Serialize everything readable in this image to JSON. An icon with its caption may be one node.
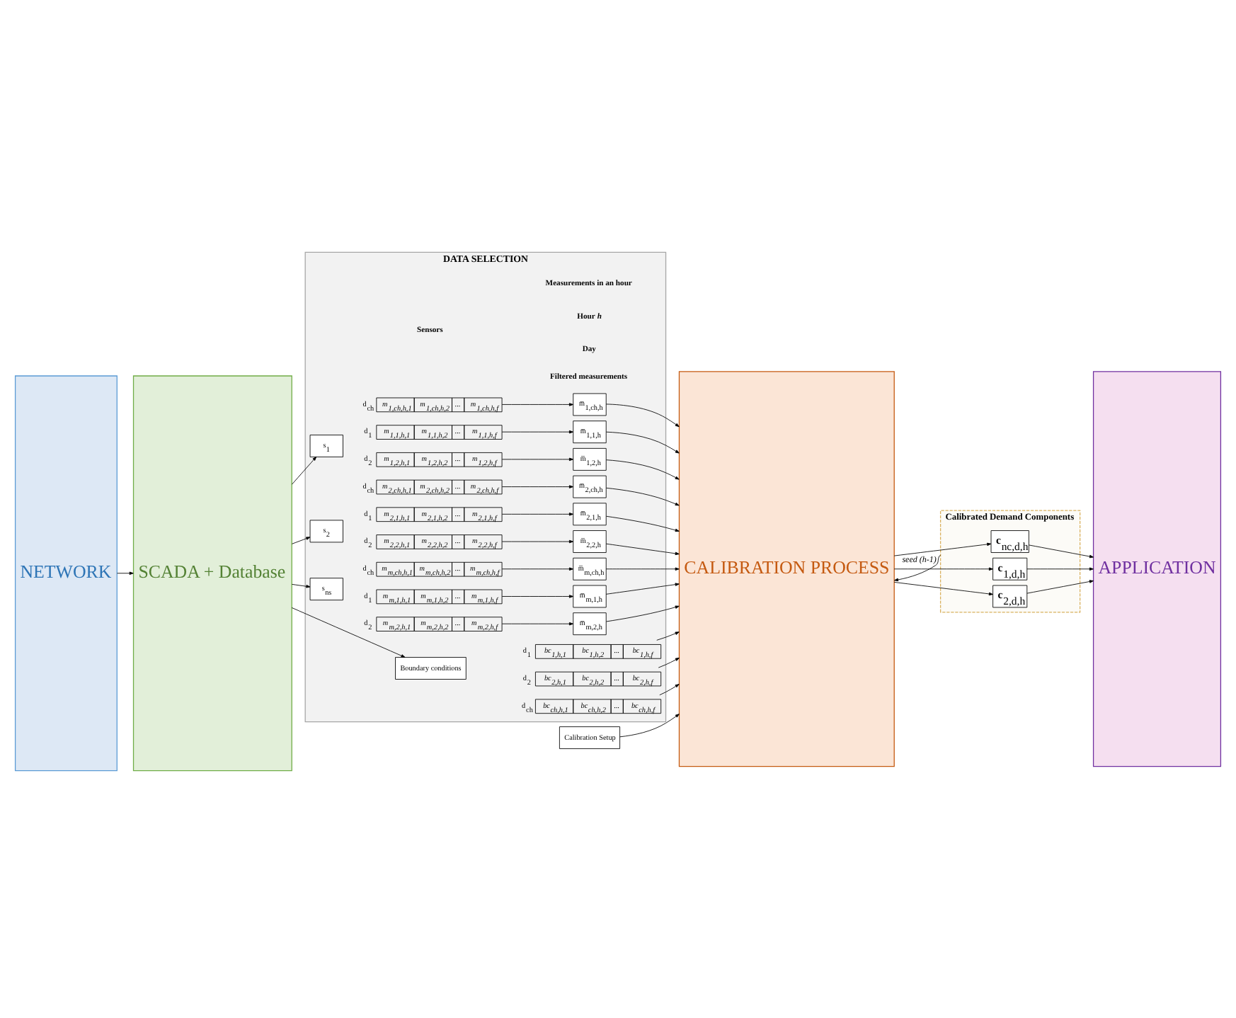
{
  "diagram": {
    "nodes": [
      {
        "text": [
          "NETWORK"
        ]
      },
      {
        "text": [
          "SCADA + Database"
        ]
      },
      {
        "text": [
          "DATA SELECTION"
        ]
      },
      {
        "text": [
          "Boundary conditions"
        ],
        "in": 2
      },
      {
        "text": [
          "s$_{1}$"
        ],
        "in": 2
      },
      {
        "text": [
          "s$_{2}$"
        ],
        "in": 2
      },
      {
        "text": [
          "s$_{ns}$"
        ],
        "in": 2
      },
      {
        "text": [
          "bc$_{1,h,1}$",
          "bc$_{1,h,2}$",
          "...",
          "bc$_{1,h,f}$"
        ],
        "in": 2,
        "beside": [
          "d$_{1}$"
        ]
      },
      {
        "text": [
          "bc$_{2,h,1}$",
          "bc$_{2,h,2}$",
          "...",
          "bc$_{2,h,f}$"
        ],
        "in": 2,
        "beside": [
          "d$_{2}$"
        ]
      },
      {
        "text": [
          "bc$_{ch,h,1}$",
          "bc$_{ch,h,2}$",
          "...",
          "bc$_{ch,h,f}$"
        ],
        "in": 2,
        "beside": [
          "d$_{ch}$"
        ]
      },
      {
        "text": [
          "m$_{1,1,h,1}$",
          "m$_{1,1,h,2}$",
          "...",
          "m$_{1,1,h,f}$"
        ],
        "in": 2,
        "beside": [
          "d$_{1}$"
        ]
      },
      {
        "text": [
          "m̅$_{1,1,h}$"
        ],
        "in": 2
      },
      {
        "text": [
          "m$_{1,2,h,1}$",
          "m$_{1,2,h,2}$",
          "...",
          "m$_{1,2,h,f}$"
        ],
        "in": 2,
        "beside": [
          "d$_{2}$"
        ]
      },
      {
        "text": [
          "m̅$_{1,2,h}$"
        ],
        "in": 2
      },
      {
        "text": [
          "m$_{1,ch,h,1}$",
          "m$_{1,ch,h,2}$",
          "...",
          "m$_{1,ch,h,f}$"
        ],
        "in": 2,
        "beside": [
          "d$_{ch}$"
        ]
      },
      {
        "text": [
          "m̅$_{1,ch,h}$"
        ],
        "in": 2
      },
      {
        "text": [
          "m$_{2,1,h,1}$",
          "m$_{2,1,h,2}$",
          "...",
          "m$_{2,1,h,f}$"
        ],
        "in": 2,
        "beside": [
          "d$_{1}$"
        ]
      },
      {
        "text": [
          "m̅$_{2,1,h}$"
        ],
        "in": 2
      },
      {
        "text": [
          "m$_{2,2,h,1}$",
          "m$_{2,2,h,2}$",
          "...",
          "m$_{2,2,h,f}$"
        ],
        "in": 2,
        "beside": [
          "d$_{2}$"
        ]
      },
      {
        "text": [
          "m̅$_{2,2,h}$"
        ],
        "in": 2
      },
      {
        "text": [
          "m$_{2,ch,h,1}$",
          "m$_{2,ch,h,2}$",
          "...",
          "m$_{2,ch,h,f}$"
        ],
        "in": 2,
        "beside": [
          "d$_{ch}$"
        ]
      },
      {
        "text": [
          "m̅$_{2,ch,h}$"
        ],
        "in": 2
      },
      {
        "text": [
          "m$_{m,1,h,1}$",
          "m$_{m,1,h,2}$",
          "...",
          "m$_{m,1,h,f}$"
        ],
        "in": 2,
        "beside": [
          "d$_{1}$"
        ]
      },
      {
        "text": [
          "m̅$_{m,1,h}$"
        ],
        "in": 2
      },
      {
        "text": [
          "m$_{m,2,h,1}$",
          "m$_{m,2,h,2}$",
          "...",
          "m$_{m,2,h,f}$"
        ],
        "in": 2,
        "beside": [
          "d$_{2}$"
        ]
      },
      {
        "text": [
          "m̅$_{m,2,h}$"
        ],
        "in": 2
      },
      {
        "text": [
          "m$_{m,ch,h,1}$",
          "m$_{m,ch,h,2}$",
          "...",
          "m$_{m,ch,h,f}$"
        ],
        "in": 2,
        "beside": [
          "d$_{ch}$"
        ]
      },
      {
        "text": [
          "m̅$_{m,ch,h}$"
        ],
        "in": 2
      },
      {
        "text": [
          "Calibration Setup"
        ]
      },
      {
        "text": [
          "CALIBRATION PROCESS"
        ]
      },
      {
        "text": [
          "Calibrated Demand Components"
        ]
      },
      {
        "text": [
          "**c**$_{1,d,h}$"
        ],
        "in": 30
      },
      {
        "text": [
          "**c**$_{2,d,h}$"
        ],
        "in": 30
      },
      {
        "text": [
          "**c**$_{nc,d,h}$"
        ],
        "in": 30
      },
      {
        "text": [
          "APPLICATION"
        ]
      }
    ],
    "edges": [
      {
        "from": 0,
        "to": 1,
        "arrow": "to"
      },
      {
        "from": 1,
        "to": 3,
        "arrow": "to"
      },
      {
        "from": 1,
        "to": 4,
        "arrow": "to"
      },
      {
        "from": 1,
        "to": 5,
        "arrow": "to"
      },
      {
        "from": 1,
        "to": 6,
        "arrow": "to"
      },
      {
        "from": 7,
        "to": 29,
        "arrow": "to"
      },
      {
        "from": 8,
        "to": 29,
        "arrow": "to"
      },
      {
        "from": 9,
        "to": 29,
        "arrow": "to"
      },
      {
        "from": 10,
        "to": 11,
        "arrow": "to"
      },
      {
        "from": 11,
        "to": 29,
        "arrow": "to"
      },
      {
        "from": 12,
        "to": 13,
        "arrow": "to"
      },
      {
        "from": 13,
        "to": 29,
        "arrow": "to"
      },
      {
        "from": 14,
        "to": 15,
        "arrow": "to"
      },
      {
        "from": 15,
        "to": 29,
        "arrow": "to"
      },
      {
        "from": 16,
        "to": 17,
        "arrow": "to"
      },
      {
        "from": 17,
        "to": 29,
        "arrow": "to"
      },
      {
        "from": 18,
        "to": 19,
        "arrow": "to"
      },
      {
        "from": 19,
        "to": 29,
        "arrow": "to"
      },
      {
        "from": 20,
        "to": 21,
        "arrow": "to"
      },
      {
        "from": 21,
        "to": 29,
        "arrow": "to"
      },
      {
        "from": 22,
        "to": 23,
        "arrow": "to"
      },
      {
        "from": 23,
        "to": 29,
        "arrow": "to"
      },
      {
        "from": 24,
        "to": 25,
        "arrow": "to"
      },
      {
        "from": 25,
        "to": 29,
        "arrow": "to"
      },
      {
        "from": 26,
        "to": 27,
        "arrow": "to"
      },
      {
        "from": 27,
        "to": 29,
        "arrow": "to"
      },
      {
        "from": 28,
        "to": 29,
        "arrow": "to"
      },
      {
        "from": 29,
        "to": 31,
        "arrow": "to"
      },
      {
        "from": 29,
        "to": 32,
        "arrow": "to"
      },
      {
        "from": 29,
        "to": 33,
        "arrow": "to"
      },
      {
        "from": 31,
        "to": 34,
        "arrow": "to"
      },
      {
        "from": 32,
        "to": 34,
        "arrow": "to"
      },
      {
        "from": 33,
        "to": 34,
        "arrow": "to"
      },
      {
        "from": 30,
        "to": 29,
        "arrow": "to",
        "label": "seed (h-1)"
      }
    ],
    "labels": [
      "Sensors",
      "Day",
      "Hour *h*",
      "Measurements in an hour",
      "Filtered measurements"
    ]
  }
}
